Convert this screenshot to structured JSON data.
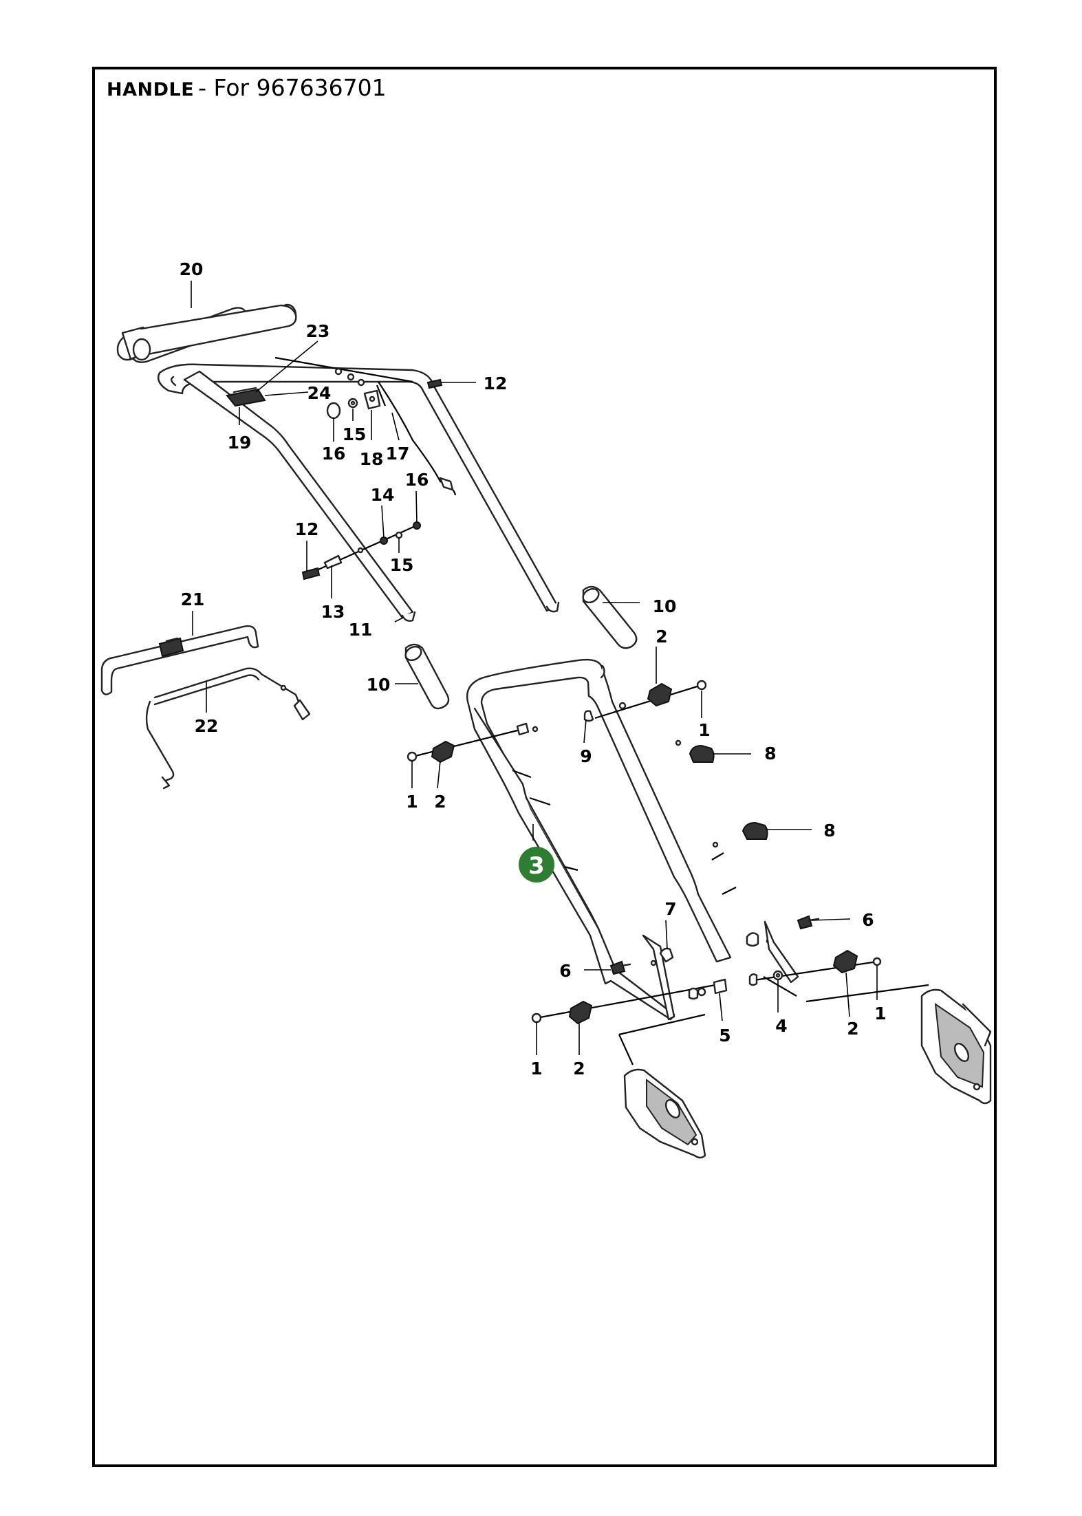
{
  "header": {
    "title": "HANDLE",
    "subtitle": "- For 967636701"
  },
  "highlight": {
    "number": "3",
    "color": "#2e7d32"
  },
  "callouts": [
    {
      "id": "c20",
      "number": "20"
    },
    {
      "id": "c23",
      "number": "23"
    },
    {
      "id": "c24",
      "number": "24"
    },
    {
      "id": "c19",
      "number": "19"
    },
    {
      "id": "c16a",
      "number": "16"
    },
    {
      "id": "c15a",
      "number": "15"
    },
    {
      "id": "c18",
      "number": "18"
    },
    {
      "id": "c17",
      "number": "17"
    },
    {
      "id": "c12a",
      "number": "12"
    },
    {
      "id": "c16b",
      "number": "16"
    },
    {
      "id": "c14",
      "number": "14"
    },
    {
      "id": "c12b",
      "number": "12"
    },
    {
      "id": "c15b",
      "number": "15"
    },
    {
      "id": "c13",
      "number": "13"
    },
    {
      "id": "c11",
      "number": "11"
    },
    {
      "id": "c10a",
      "number": "10"
    },
    {
      "id": "c21",
      "number": "21"
    },
    {
      "id": "c22",
      "number": "22"
    },
    {
      "id": "c10b",
      "number": "10"
    },
    {
      "id": "c2a",
      "number": "2"
    },
    {
      "id": "c1a",
      "number": "1"
    },
    {
      "id": "c9",
      "number": "9"
    },
    {
      "id": "c8a",
      "number": "8"
    },
    {
      "id": "c1b",
      "number": "1"
    },
    {
      "id": "c2b",
      "number": "2"
    },
    {
      "id": "c8b",
      "number": "8"
    },
    {
      "id": "c7",
      "number": "7"
    },
    {
      "id": "c6a",
      "number": "6"
    },
    {
      "id": "c6b",
      "number": "6"
    },
    {
      "id": "c5",
      "number": "5"
    },
    {
      "id": "c4",
      "number": "4"
    },
    {
      "id": "c2c",
      "number": "2"
    },
    {
      "id": "c1c",
      "number": "1"
    },
    {
      "id": "c1d",
      "number": "1"
    },
    {
      "id": "c2d",
      "number": "2"
    }
  ]
}
